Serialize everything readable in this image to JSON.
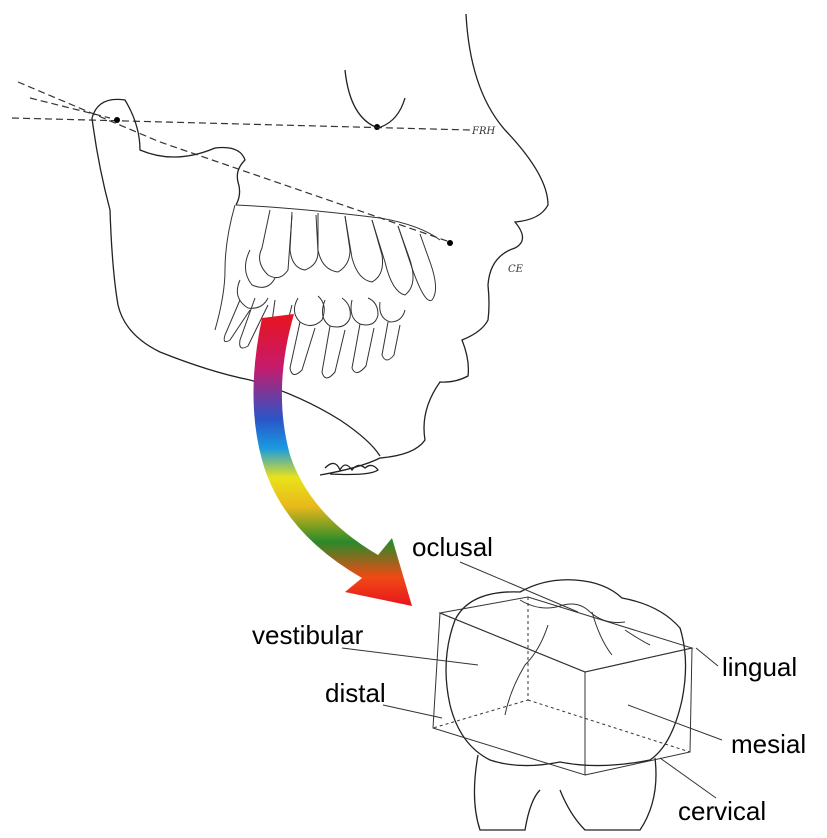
{
  "labels": {
    "oclusal": "oclusal",
    "vestibular": "vestibular",
    "lingual": "lingual",
    "distal": "distal",
    "mesial": "mesial",
    "cervical": "cervical"
  },
  "arrow_gradient_colors": [
    "#e8141d",
    "#c81a6a",
    "#2a55c8",
    "#1a9ae0",
    "#e9e21a",
    "#e8b81a",
    "#2a8a2a",
    "#ef4a14",
    "#e8141d"
  ]
}
